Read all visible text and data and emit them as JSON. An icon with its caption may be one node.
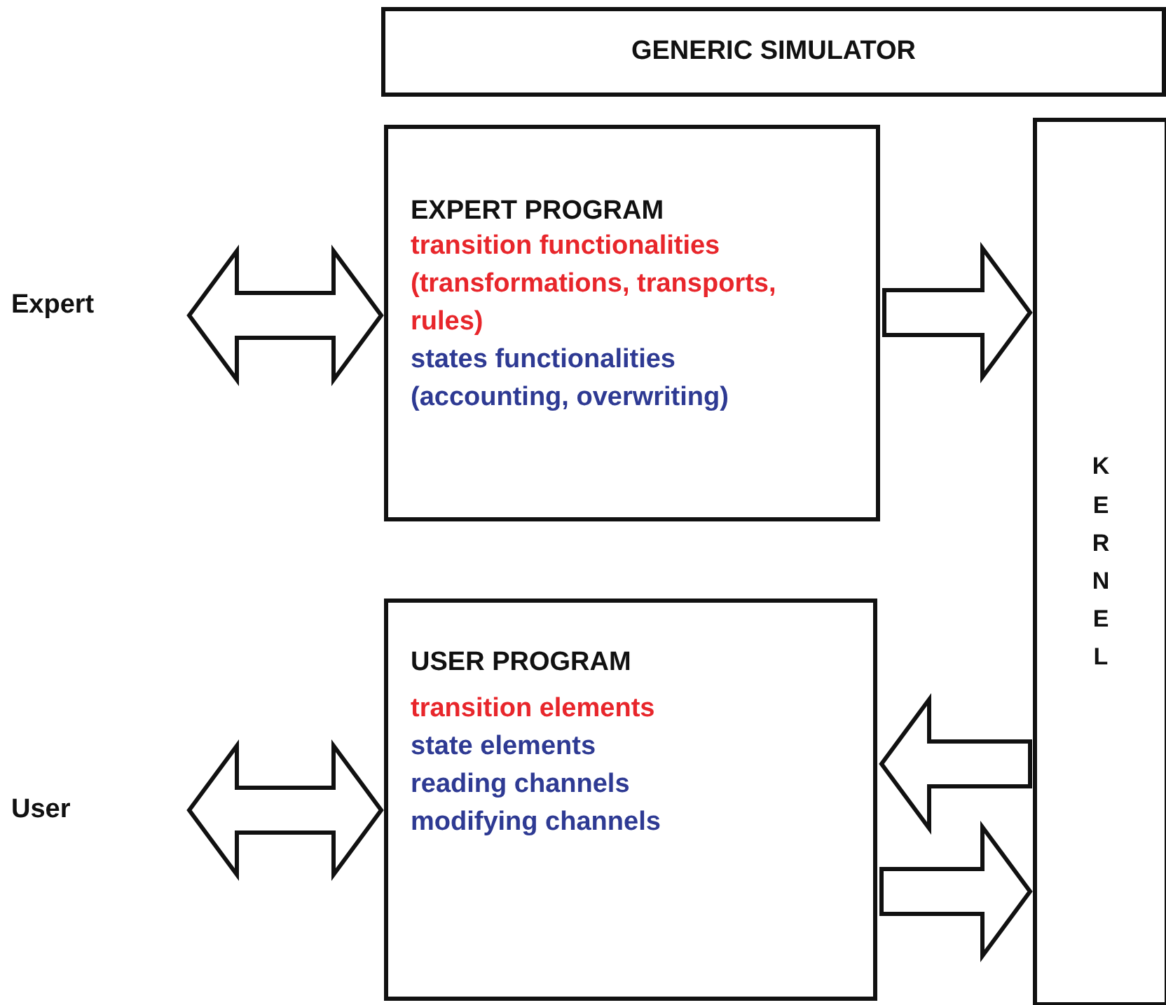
{
  "diagram": {
    "nodes": [
      {
        "text": [
          "GENERIC SIMULATOR"
        ]
      },
      {
        "text": [
          "EXPERT PROGRAM",
          "transition functionalities (transformations, transports, rules)",
          "states functionalities (accounting, overwriting)"
        ]
      },
      {
        "text": [
          "USER PROGRAM",
          "transition elements",
          "state elements",
          "reading channels",
          "modifying channels"
        ]
      },
      {
        "text": [
          "KERNEL"
        ]
      },
      {
        "text": [
          "Expert"
        ]
      },
      {
        "text": [
          "User"
        ]
      }
    ],
    "edges": [
      {
        "from": 4,
        "to": 1,
        "arrow": "both"
      },
      {
        "from": 1,
        "to": 3,
        "arrow": "to"
      },
      {
        "from": 3,
        "to": 2,
        "arrow": "to"
      },
      {
        "from": 2,
        "to": 3,
        "arrow": "to"
      },
      {
        "from": 5,
        "to": 2,
        "arrow": "both"
      }
    ]
  }
}
